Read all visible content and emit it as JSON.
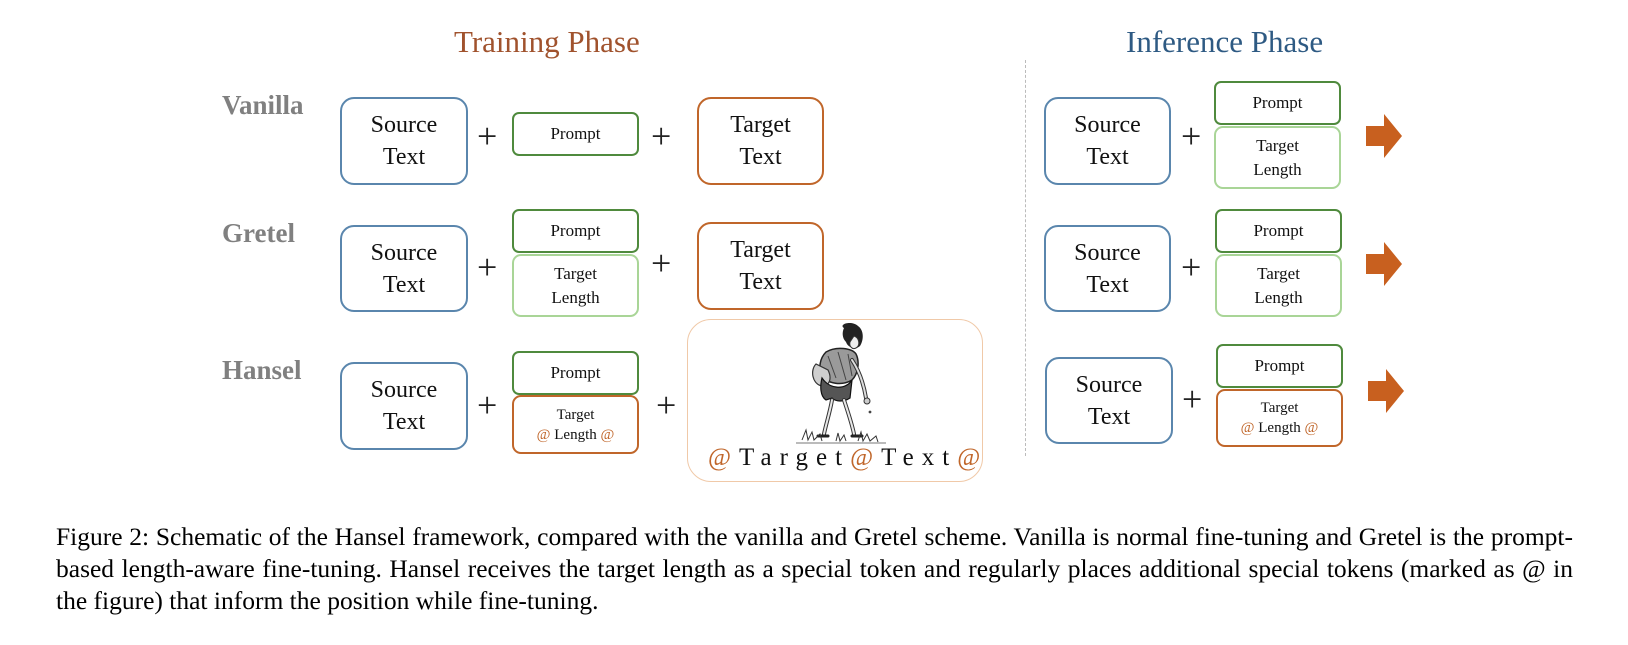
{
  "phases": {
    "training": "Training Phase",
    "inference": "Inference Phase"
  },
  "colors": {
    "training_title": "#a0522d",
    "inference_title": "#2e5a83",
    "arrow": "#c8601f",
    "source_border": "#5a86ad",
    "target_border": "#c0662a",
    "prompt_border": "#4f8a3d",
    "length_border": "#a9d597"
  },
  "rows": {
    "vanilla": {
      "label": "Vanilla"
    },
    "gretel": {
      "label": "Gretel"
    },
    "hansel": {
      "label": "Hansel"
    }
  },
  "boxes": {
    "source": [
      "Source",
      "Text"
    ],
    "target": [
      "Target",
      "Text"
    ],
    "prompt": "Prompt",
    "length": [
      "Target",
      "Length"
    ],
    "hansel_length": {
      "line1": "Target",
      "at": "@",
      "word": "Length"
    }
  },
  "plus": "+",
  "hansel_target": {
    "at": "@",
    "word1": "Target",
    "word2": "Text"
  },
  "illustration": "child-dropping-breadcrumbs",
  "caption": "Figure 2: Schematic of the Hansel framework, compared with the vanilla and Gretel scheme. Vanilla is normal fine-tuning and Gretel is the prompt-based length-aware fine-tuning. Hansel receives the target length as a special token and regularly places additional special tokens (marked as @ in the figure) that inform the position while fine-tuning."
}
